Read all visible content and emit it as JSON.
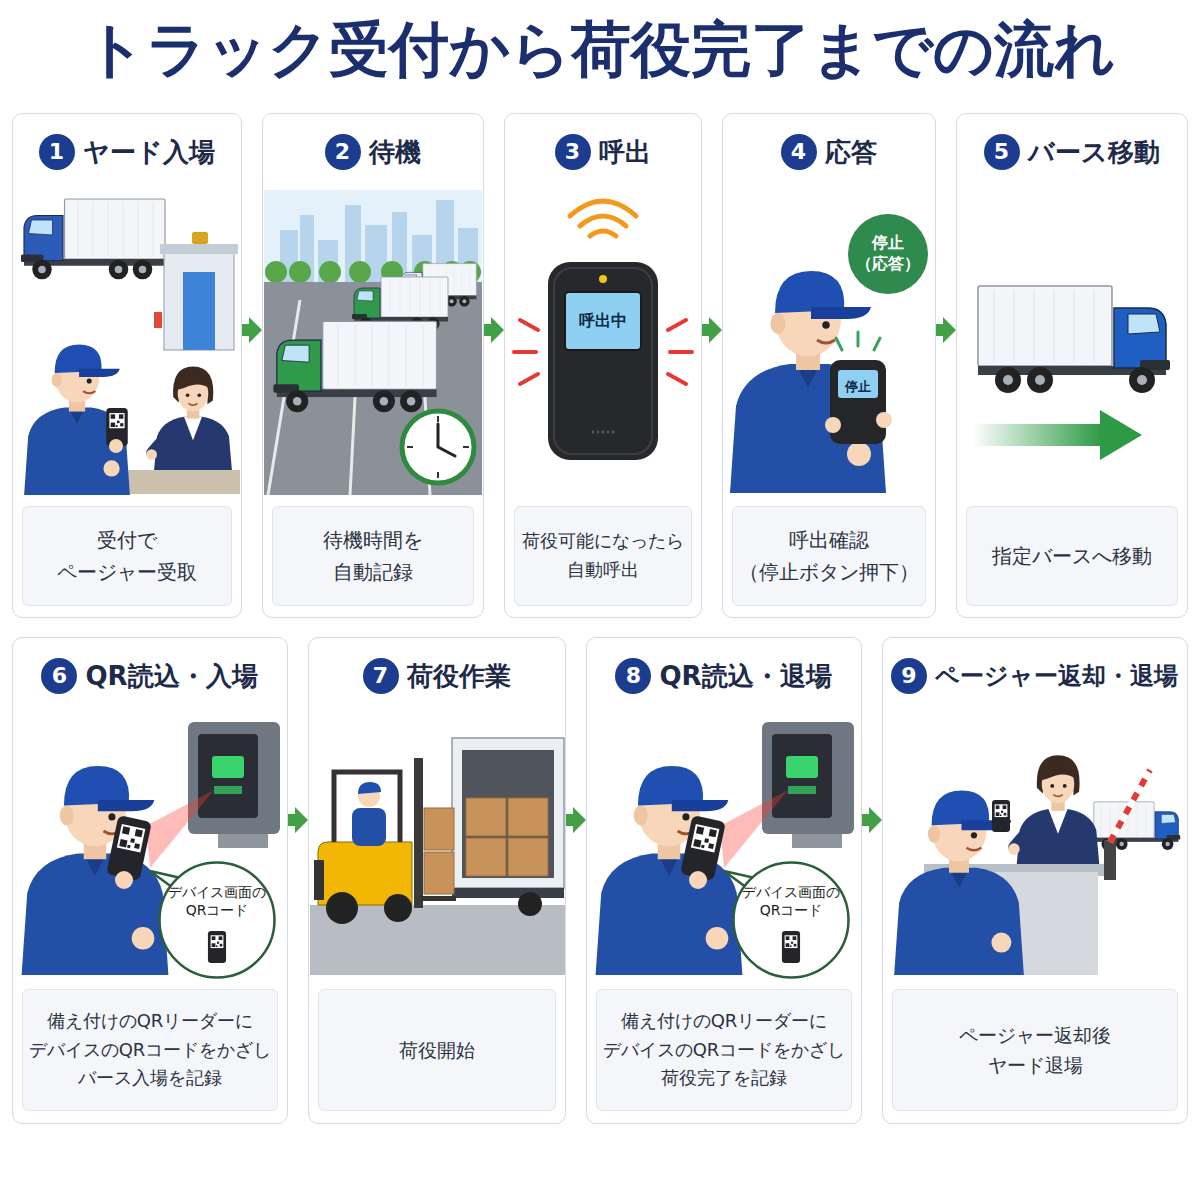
{
  "diagram": {
    "title": "トラック受付から荷役完了までの流れ",
    "nodes": [
      {
        "text": [
          "ヤード入場"
        ]
      },
      {
        "text": [
          "1"
        ],
        "in": 0
      },
      {
        "text": [
          "受付で ページャー受取"
        ],
        "in": 0
      },
      {
        "text": [
          "待機"
        ]
      },
      {
        "text": [
          "2"
        ],
        "in": 3
      },
      {
        "text": [
          "待機時間を 自動記録"
        ],
        "in": 3
      },
      {
        "text": [
          "呼出"
        ]
      },
      {
        "text": [
          "3"
        ],
        "in": 6
      },
      {
        "text": [
          "荷役可能になったら 自動呼出"
        ],
        "in": 6
      },
      {
        "text": [
          "応答"
        ]
      },
      {
        "text": [
          "4"
        ],
        "in": 9
      },
      {
        "text": [
          "停止 （応答）"
        ],
        "in": 9
      },
      {
        "text": [
          "呼出確認 （停止ボタン押下）"
        ],
        "in": 9
      },
      {
        "text": [
          "バース移動"
        ]
      },
      {
        "text": [
          "5"
        ],
        "in": 13
      },
      {
        "text": [
          "指定バースへ移動"
        ],
        "in": 13
      },
      {
        "text": [
          "QR読込・入場"
        ]
      },
      {
        "text": [
          "6"
        ],
        "in": 16
      },
      {
        "text": [
          "デバイス画面の QRコード"
        ],
        "in": 16
      },
      {
        "text": [
          "備え付けのQRリーダーに デバイスのQRコードをかざし バース入場を記録"
        ],
        "in": 16
      },
      {
        "text": [
          "荷役作業"
        ]
      },
      {
        "text": [
          "7"
        ],
        "in": 20
      },
      {
        "text": [
          "荷役開始"
        ],
        "in": 20
      },
      {
        "text": [
          "QR読込・退場"
        ]
      },
      {
        "text": [
          "8"
        ],
        "in": 23
      },
      {
        "text": [
          "デバイス画面の QRコード"
        ],
        "in": 23
      },
      {
        "text": [
          "備え付けのQRリーダーに デバイスのQRコードをかざし 荷役完了を記録"
        ],
        "in": 23
      },
      {
        "text": [
          "ページャー返却・退場"
        ]
      },
      {
        "text": [
          "9"
        ],
        "in": 27
      },
      {
        "text": [
          "ページャー返却後 ヤード退場"
        ],
        "in": 27
      }
    ],
    "edges": [
      {
        "from": 0,
        "to": 3,
        "arrow": "to"
      },
      {
        "from": 3,
        "to": 6,
        "arrow": "to"
      },
      {
        "from": 6,
        "to": 9,
        "arrow": "to"
      },
      {
        "from": 9,
        "to": 13,
        "arrow": "to"
      },
      {
        "from": 16,
        "to": 20,
        "arrow": "to"
      },
      {
        "from": 20,
        "to": 23,
        "arrow": "to"
      },
      {
        "from": 23,
        "to": 27,
        "arrow": "to"
      }
    ],
    "labels": [
      "呼出中",
      "停止"
    ]
  }
}
